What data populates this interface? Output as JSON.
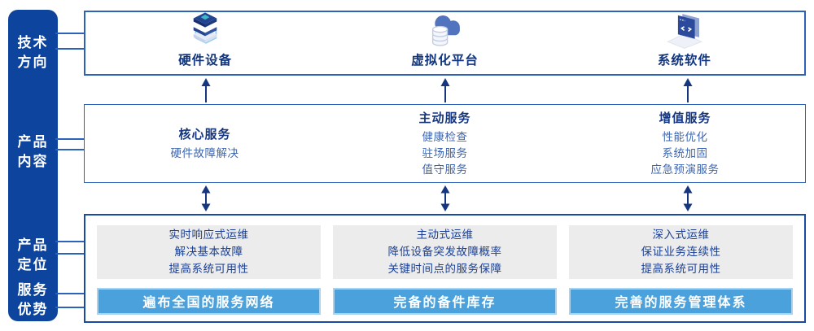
{
  "colors": {
    "sidebar_bg": "#0D459E",
    "panel_border": "#2E62B8",
    "bottom_panel_border": "#1A4BA0",
    "heading_text": "#16377F",
    "item_text": "#3E66B0",
    "gray_box_bg": "#ECECEC",
    "advantage_bar_bg": "#4BA1DB",
    "advantage_text": "#FFFFFF"
  },
  "sidebar": {
    "items": [
      {
        "label": "技术方向",
        "line1": "技术",
        "line2": "方向"
      },
      {
        "label": "产品内容",
        "line1": "产品",
        "line2": "内容"
      },
      {
        "label": "产品定位",
        "line1": "产品",
        "line2": "定位"
      },
      {
        "label": "服务优势",
        "line1": "服务",
        "line2": "优势"
      }
    ]
  },
  "tech_row": {
    "items": [
      {
        "icon": "server-stack-icon",
        "label": "硬件设备"
      },
      {
        "icon": "cloud-database-icon",
        "label": "虚拟化平台"
      },
      {
        "icon": "code-window-icon",
        "label": "系统软件"
      }
    ]
  },
  "content_row": {
    "items": [
      {
        "heading": "核心服务",
        "items": [
          "硬件故障解决"
        ]
      },
      {
        "heading": "主动服务",
        "items": [
          "健康检查",
          "驻场服务",
          "值守服务"
        ]
      },
      {
        "heading": "增值服务",
        "items": [
          "性能优化",
          "系统加固",
          "应急预演服务"
        ]
      }
    ]
  },
  "position_row": {
    "items": [
      {
        "lines": [
          "实时响应式运维",
          "解决基本故障",
          "提高系统可用性"
        ],
        "advantage": "遍布全国的服务网络"
      },
      {
        "lines": [
          "主动式运维",
          "降低设备突发故障概率",
          "关键时间点的服务保障"
        ],
        "advantage": "完备的备件库存"
      },
      {
        "lines": [
          "深入式运维",
          "保证业务连续性",
          "提高系统可用性"
        ],
        "advantage": "完善的服务管理体系"
      }
    ]
  }
}
